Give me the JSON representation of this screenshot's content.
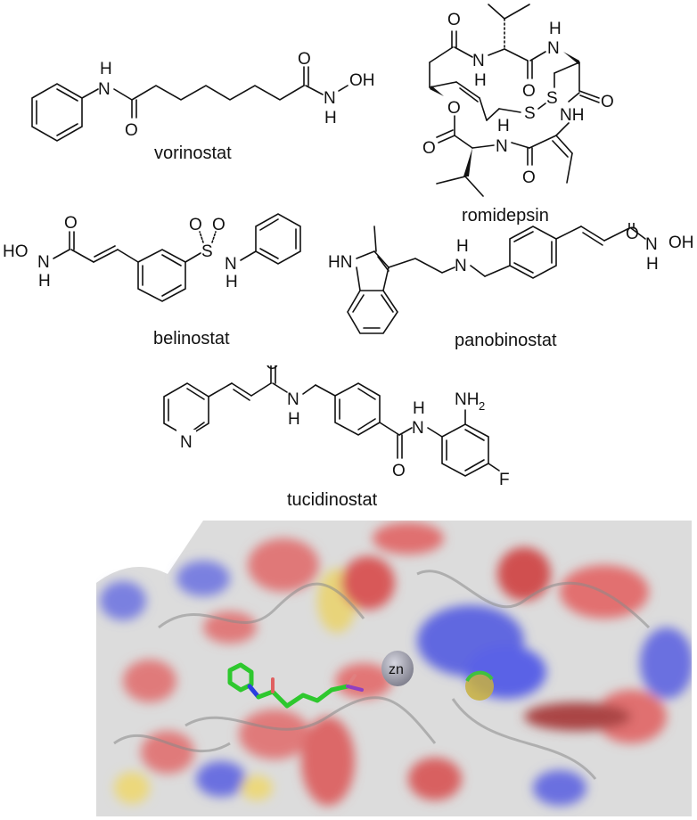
{
  "figure": {
    "compounds": [
      {
        "id": "vorinostat",
        "name": "vorinostat"
      },
      {
        "id": "romidepsin",
        "name": "romidepsin"
      },
      {
        "id": "belinostat",
        "name": "belinostat"
      },
      {
        "id": "panobinostat",
        "name": "panobinostat"
      },
      {
        "id": "tucidinostat",
        "name": "tucidinostat"
      }
    ],
    "atoms": {
      "O": "O",
      "N": "N",
      "H": "H",
      "OH": "OH",
      "HO": "HO",
      "S": "S",
      "NH": "NH",
      "HN": "HN",
      "NH2_base": "NH",
      "NH2_sub": "2",
      "F": "F"
    },
    "docking": {
      "metal_label": "zn",
      "colors": {
        "ligand_carbon": "#33cc33",
        "nitrogen": "#3344dd",
        "oxygen": "#e06060",
        "sulfur": "#e8d070",
        "surface": "#e8e8e8",
        "zinc": "#9a9aaa"
      }
    }
  }
}
